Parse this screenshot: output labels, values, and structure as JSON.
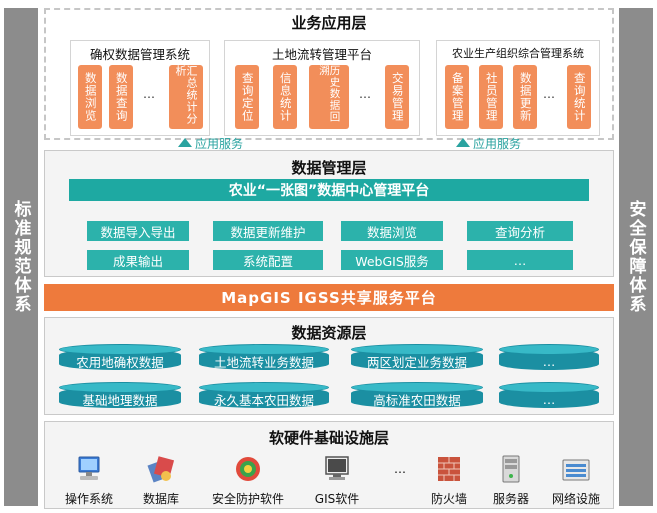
{
  "side_left": "标准规范体系",
  "side_right": "安全保障体系",
  "app_layer": {
    "title": "业务应用层",
    "systems": [
      {
        "title": "确权数据管理系统",
        "items": [
          "数据浏览",
          "数据查询",
          "…",
          "汇总统计分析"
        ]
      },
      {
        "title": "土地流转管理平台",
        "items": [
          "查询定位",
          "信息统计",
          "历史数据回溯",
          "…",
          "交易管理"
        ]
      },
      {
        "title": "农业生产组织综合管理系统",
        "items": [
          "备案管理",
          "社员管理",
          "数据更新",
          "…",
          "查询统计"
        ]
      }
    ],
    "service_labels": [
      "应用服务",
      "应用服务"
    ]
  },
  "data_mgmt": {
    "title": "数据管理层",
    "platform": "农业“一张图”数据中心管理平台",
    "row1": [
      "数据导入导出",
      "数据更新维护",
      "数据浏览",
      "查询分析"
    ],
    "row2": [
      "成果输出",
      "系统配置",
      "WebGIS服务",
      "…"
    ]
  },
  "igss": "MapGIS IGSS共享服务平台",
  "data_resource": {
    "title": "数据资源层",
    "row1": [
      "农用地确权数据",
      "土地流转业务数据",
      "两区划定业务数据",
      "…"
    ],
    "row2": [
      "基础地理数据",
      "永久基本农田数据",
      "高标准农田数据",
      "…"
    ]
  },
  "infra": {
    "title": "软硬件基础设施层",
    "items": [
      {
        "label": "操作系统",
        "icon": "computer-icon"
      },
      {
        "label": "数据库",
        "icon": "database-icon"
      },
      {
        "label": "安全防护软件",
        "icon": "security-software-icon"
      },
      {
        "label": "GIS软件",
        "icon": "gis-software-icon"
      },
      {
        "label": "…",
        "icon": ""
      },
      {
        "label": "防火墙",
        "icon": "firewall-icon"
      },
      {
        "label": "服务器",
        "icon": "server-icon"
      },
      {
        "label": "网络设施",
        "icon": "network-icon"
      }
    ]
  }
}
